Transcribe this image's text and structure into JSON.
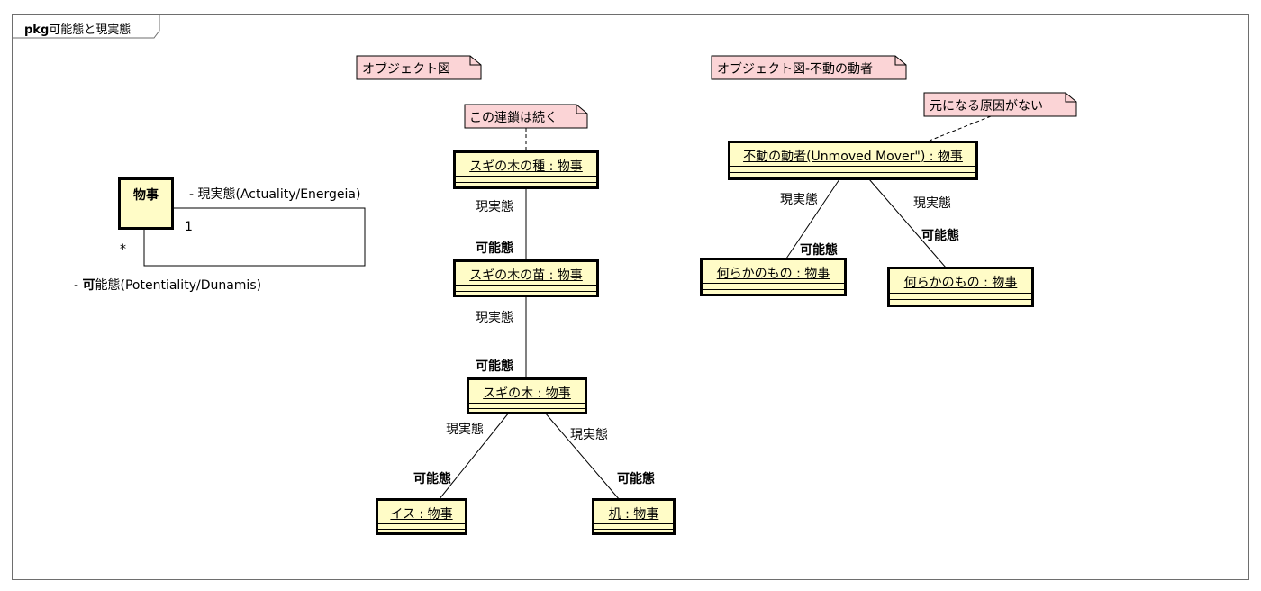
{
  "frame": {
    "kind": "pkg",
    "title": "可能態と現実態"
  },
  "notes": {
    "object_diagram": "オブジェクト図",
    "object_diagram_unmoved": "オブジェクト図-不動の動者",
    "chain_continues": "この連鎖は続く",
    "no_cause": "元になる原因がない"
  },
  "class_box": {
    "name": "物事",
    "role_actuality": "- 現実態(Actuality/Energeia)",
    "role_potentiality_bold": "可",
    "role_potentiality": "能態(Potentiality/Dunamis)",
    "role_potentiality_prefix": "- ",
    "mult_one": "1",
    "mult_many": "*"
  },
  "objects": {
    "seed": "スギの木の種 : 物事",
    "seedling": "スギの木の苗 : 物事",
    "tree": "スギの木 : 物事",
    "chair": "イス : 物事",
    "desk": "机 : 物事",
    "unmoved_mover": "不動の動者(Unmoved Mover\") : 物事",
    "something_left": "何らかのもの : 物事",
    "something_right": "何らかのもの : 物事"
  },
  "labels": {
    "actuality": "現実態",
    "potentiality": "可能態"
  }
}
